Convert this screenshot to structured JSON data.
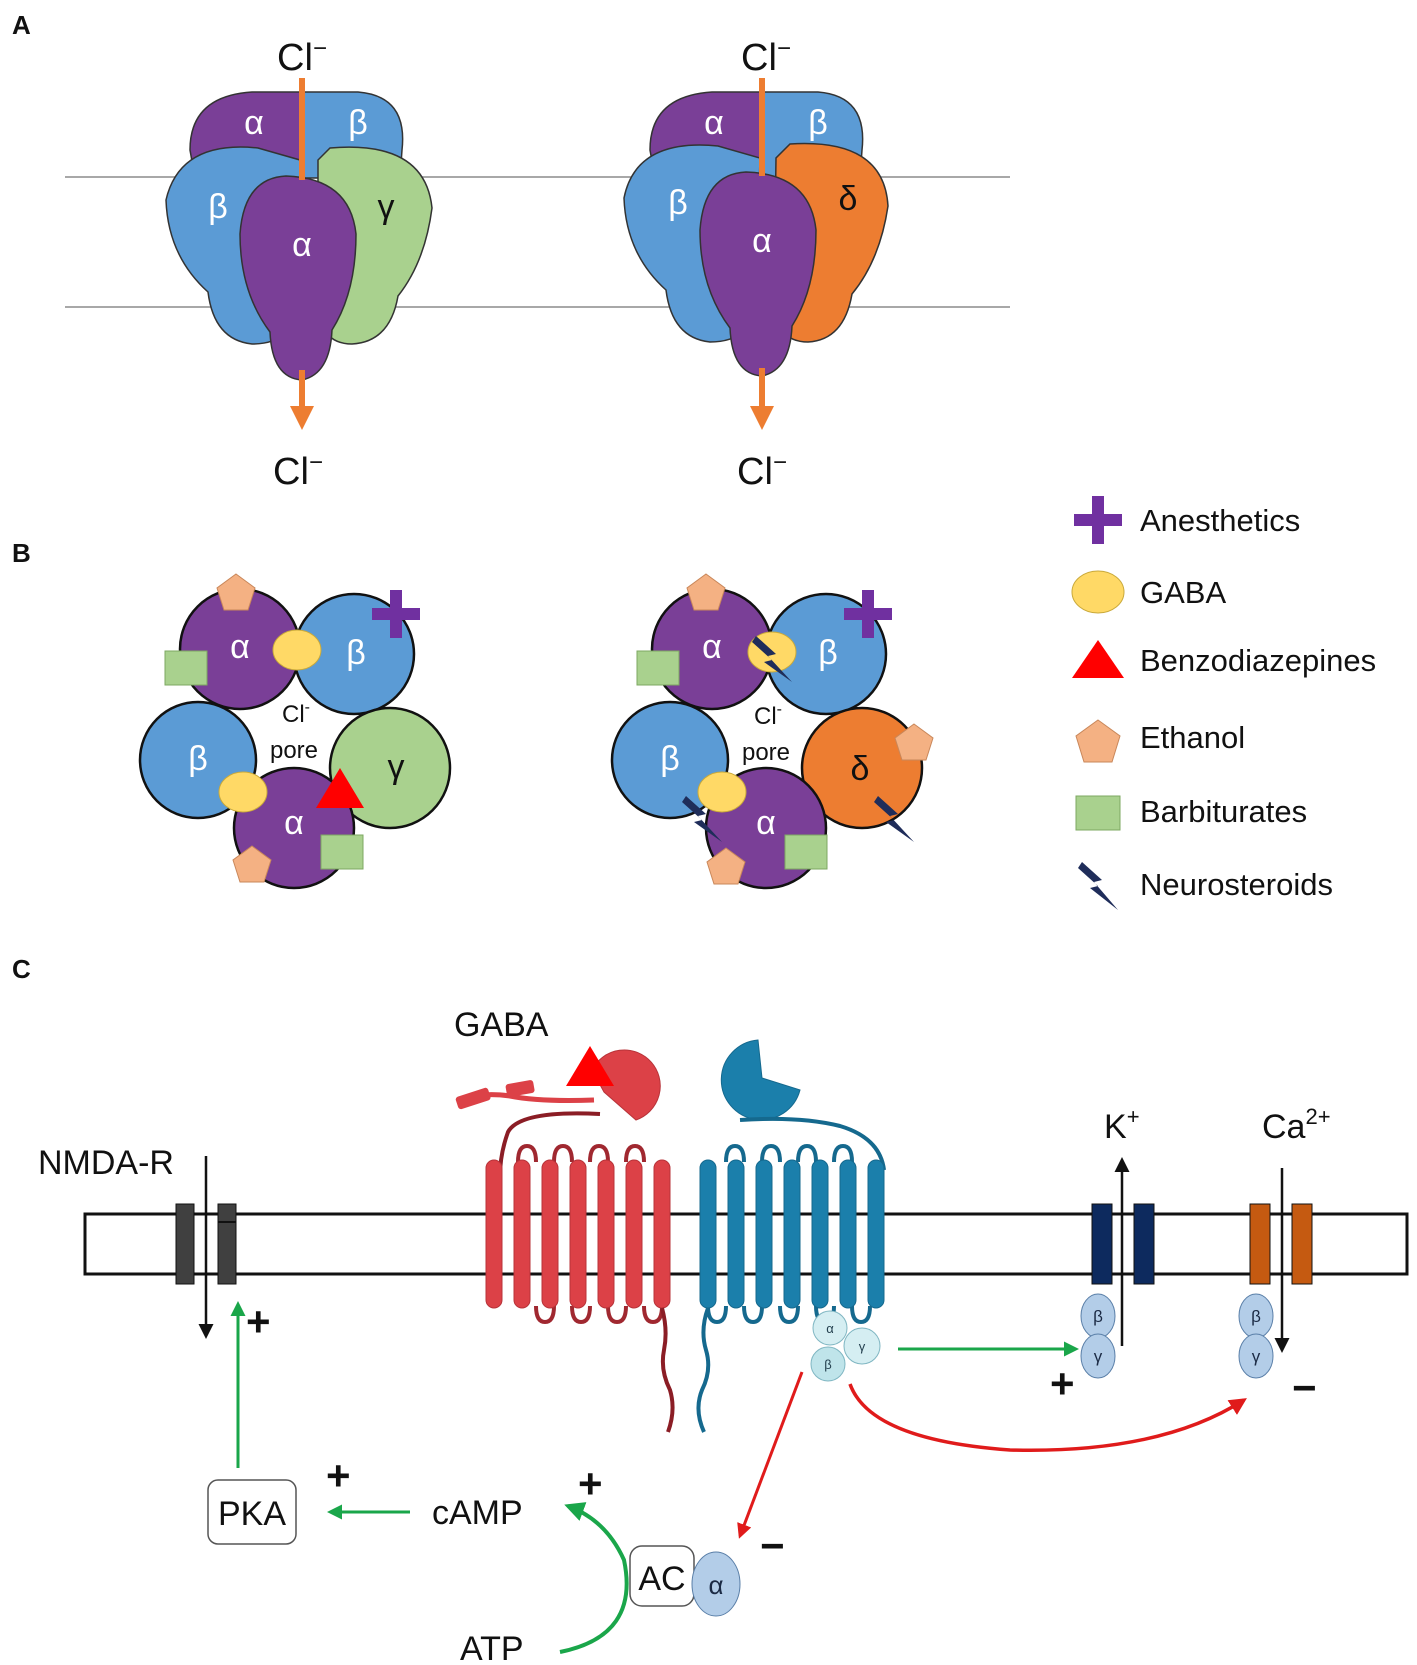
{
  "panels": {
    "A": {
      "label": "A",
      "ion": "Cl",
      "ion_charge": "−",
      "left": {
        "alpha_top": "α",
        "beta_top": "β",
        "beta_left": "β",
        "alpha_center": "α",
        "third": "γ"
      },
      "right": {
        "alpha_top": "α",
        "beta_top": "β",
        "beta_left": "β",
        "alpha_center": "α",
        "third": "δ"
      }
    },
    "B": {
      "label": "B",
      "pore_line1": "Cl",
      "pore_charge": "-",
      "pore_line2": "pore",
      "left": {
        "alpha_top": "α",
        "beta_top": "β",
        "beta_left": "β",
        "alpha_bottom": "α",
        "third": "γ"
      },
      "right": {
        "alpha_top": "α",
        "beta_top": "β",
        "beta_left": "β",
        "alpha_bottom": "α",
        "third": "δ"
      }
    },
    "C": {
      "label": "C",
      "gaba": "GABA",
      "nmda": "NMDA-R",
      "k_ion": "K",
      "k_charge": "+",
      "ca_ion": "Ca",
      "ca_charge": "2+",
      "pka": "PKA",
      "camp": "cAMP",
      "atp": "ATP",
      "ac": "AC",
      "alpha": "α",
      "beta": "β",
      "gamma": "γ",
      "plus": "+",
      "minus": "−"
    }
  },
  "legend": [
    {
      "icon": "plus-icon",
      "label": "Anesthetics",
      "color": "#7030a0"
    },
    {
      "icon": "ellipse-icon",
      "label": "GABA",
      "color": "#ffd966"
    },
    {
      "icon": "triangle-icon",
      "label": "Benzodiazepines",
      "color": "#ff0000"
    },
    {
      "icon": "pentagon-icon",
      "label": "Ethanol",
      "color": "#f4b183"
    },
    {
      "icon": "square-icon",
      "label": "Barbiturates",
      "color": "#a9d18e"
    },
    {
      "icon": "lightning-icon",
      "label": "Neurosteroids",
      "color": "#1f2d5a"
    }
  ],
  "colors": {
    "alpha": "#7a3f97",
    "beta": "#5b9bd5",
    "gamma": "#a9d18e",
    "delta": "#ed7d31",
    "arrow_orange": "#ed7d31",
    "gabab1": "#dc4147",
    "gabab2": "#1b7fab",
    "green_arrow": "#1aa64a",
    "red_arrow": "#e01b1b"
  }
}
